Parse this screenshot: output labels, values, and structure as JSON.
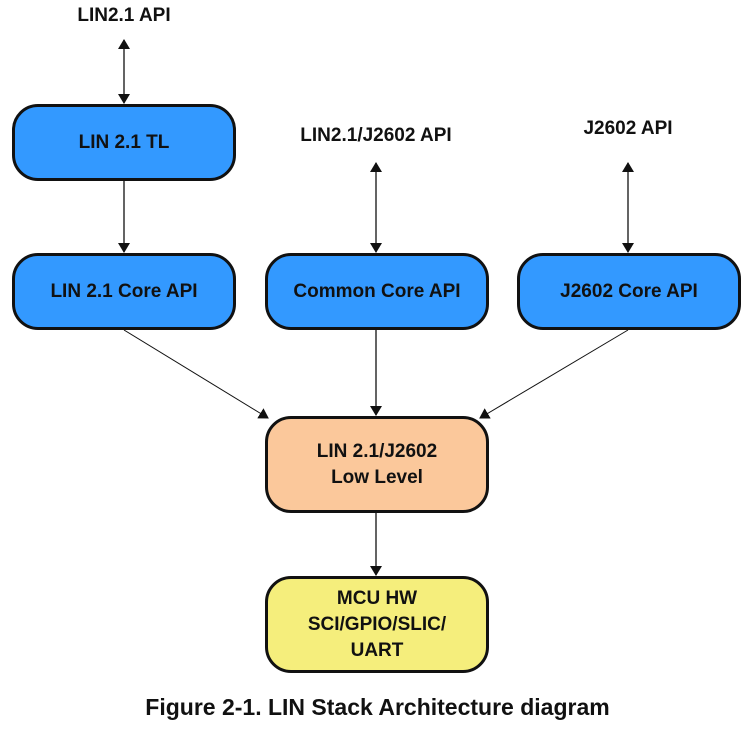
{
  "api_labels": {
    "lin21_api": "LIN2.1 API",
    "common_api": "LIN2.1/J2602 API",
    "j2602_api": "J2602 API"
  },
  "boxes": {
    "lin21_tl": "LIN 2.1 TL",
    "lin21_core": "LIN 2.1 Core API",
    "common_core": "Common Core API",
    "j2602_core": "J2602 Core API",
    "low_level_line1": "LIN 2.1/J2602",
    "low_level_line2": "Low Level",
    "mcu_line1": "MCU HW",
    "mcu_line2": "SCI/GPIO/SLIC/",
    "mcu_line3": "UART"
  },
  "colors": {
    "api_layer": "#3399ff",
    "low_level": "#fbc89b",
    "hardware": "#f5ee7c"
  },
  "caption": "Figure 2-1. LIN Stack Architecture diagram"
}
